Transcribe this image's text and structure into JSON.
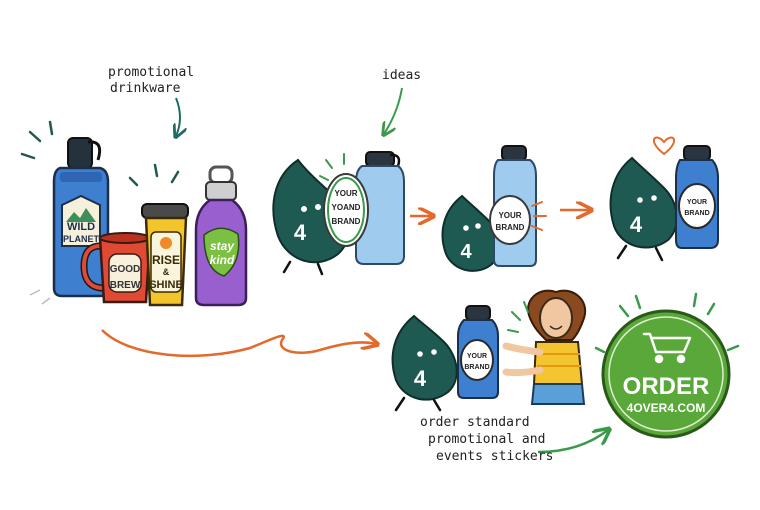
{
  "captions": {
    "promo_line1": "promotional",
    "promo_line2": "drinkware",
    "ideas": "ideas",
    "order_line1": "order standard",
    "order_line2": "promotional and",
    "order_line3": "events stickers"
  },
  "products": {
    "water_bottle": {
      "line1": "WILD",
      "line2": "PLANET"
    },
    "mug": {
      "line1": "GOOD",
      "line2": "BREW"
    },
    "tumbler": {
      "line1": "RISE",
      "line2": "&",
      "line3": "SHINE"
    },
    "steel_bottle": {
      "line1": "stay",
      "line2": "kind"
    }
  },
  "mascot": {
    "number": "4"
  },
  "stickers": {
    "step1": {
      "line1": "YOUR",
      "line2": "YOAND",
      "line3": "BRAND"
    },
    "step2": {
      "line1": "YOUR",
      "line2": "BRAND"
    },
    "step3": {
      "line1": "YOUR",
      "line2": "BRAND"
    },
    "step4": {
      "line1": "YOUR",
      "line2": "BRAND"
    }
  },
  "order_badge": {
    "title": "ORDER",
    "site": "4OVER4.COM"
  },
  "colors": {
    "teal": "#1f5a52",
    "orange_arrow": "#e36a2c",
    "green_arrow": "#3a9a4a",
    "badge_green": "#5aa83a",
    "bottle_blue": "#3f7fd0",
    "light_blue": "#9fcbee",
    "mug_red": "#e04a35",
    "tumbler_yellow": "#f2c52c",
    "steel_purple": "#9a5fcf"
  }
}
